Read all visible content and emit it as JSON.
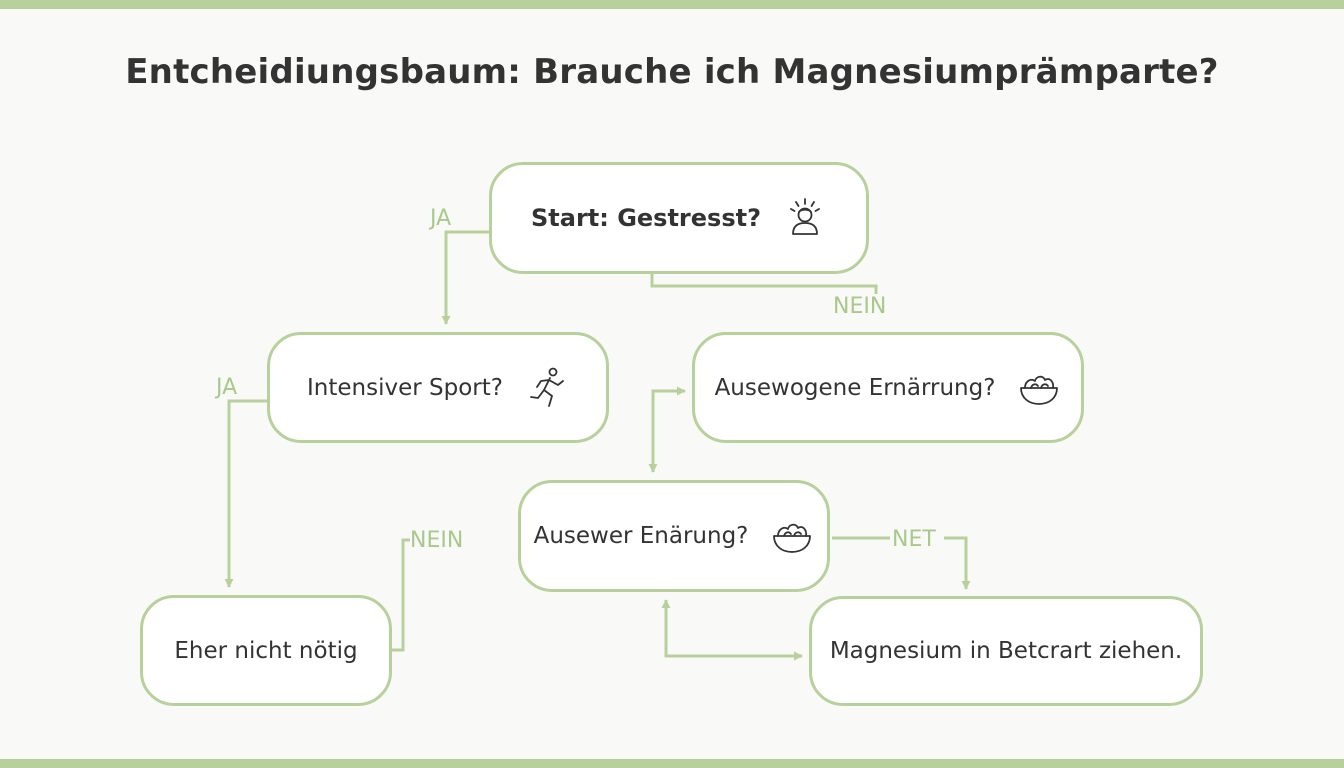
{
  "title": "Entcheidiungsbaum: Brauche ich Magnesiumprämparte?",
  "colors": {
    "accent": "#b7d09c",
    "edge_label": "#a9c88a",
    "text": "#333333",
    "background": "#f9faf8"
  },
  "nodes": {
    "start": {
      "label": "Start: Gestresst?",
      "icon": "stressed-person-icon"
    },
    "sport": {
      "label": "Intensiver Sport?",
      "icon": "running-person-icon"
    },
    "ausgewogen": {
      "label": "Ausewogene Ernärrung?",
      "icon": "salad-bowl-icon"
    },
    "auswer": {
      "label": "Ausewer Enärung?",
      "icon": "salad-bowl-icon"
    },
    "eher": {
      "label": "Eher nicht nötig"
    },
    "magnesium": {
      "label": "Magnesium in Betcrart ziehen."
    }
  },
  "edge_labels": {
    "ja_1": "JA",
    "nein_1": "NEIN",
    "ja_2": "JA",
    "nein_2": "NEIN",
    "net": "NET"
  }
}
